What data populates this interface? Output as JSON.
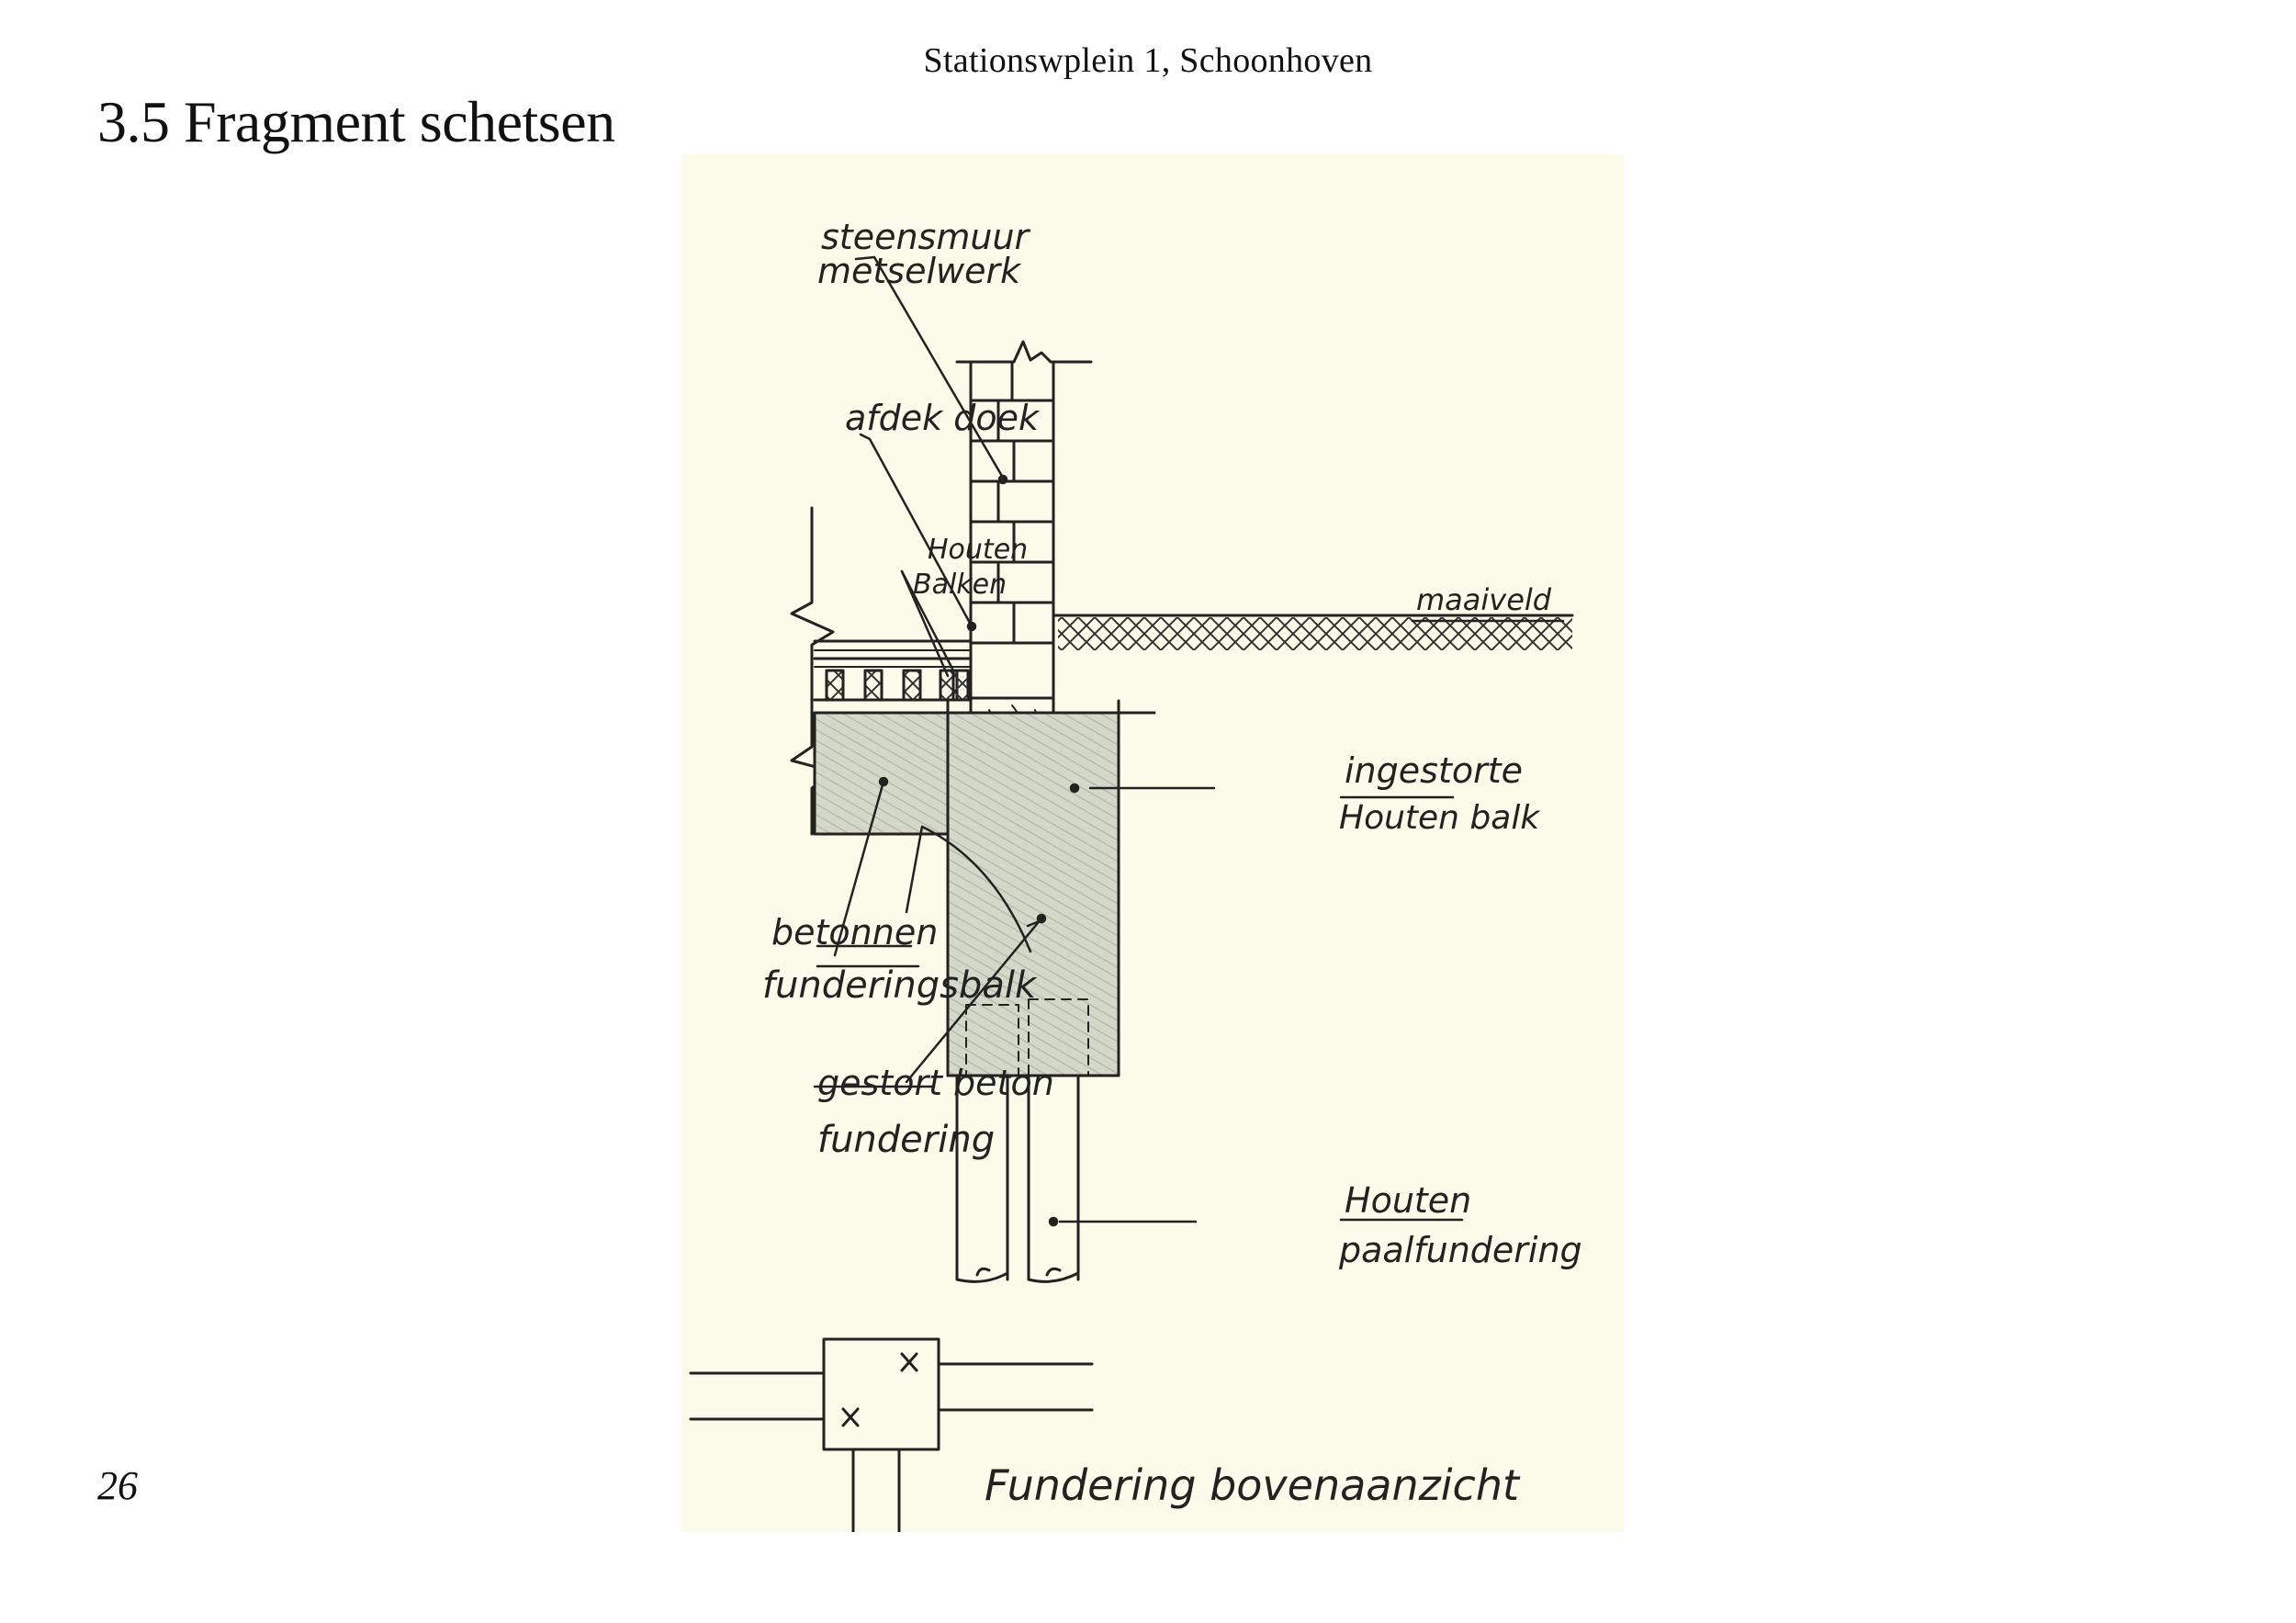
{
  "header": {
    "address": "Stationswplein 1, Schoonhoven"
  },
  "page": {
    "title": "3.5 Fragment schetsen",
    "number": "26"
  },
  "sketch": {
    "paper_color": "#fbfbe9",
    "ink_color": "#222222",
    "labels": {
      "steensmuur": [
        "steensmuur",
        "metselwerk"
      ],
      "afdekdoek": "afdek doek",
      "houten_balken": [
        "Houten",
        "Balken"
      ],
      "maaiveld": "maaiveld",
      "ingestorte": [
        "ingestorte",
        "Houten balk"
      ],
      "betonnen": [
        "betonnen",
        "funderingsbalk"
      ],
      "gestort": [
        "gestort beton",
        "fundering"
      ],
      "paal": [
        "Houten",
        "paalfundering"
      ],
      "bovenaanzicht": "Fundering bovenaanzicht"
    }
  }
}
